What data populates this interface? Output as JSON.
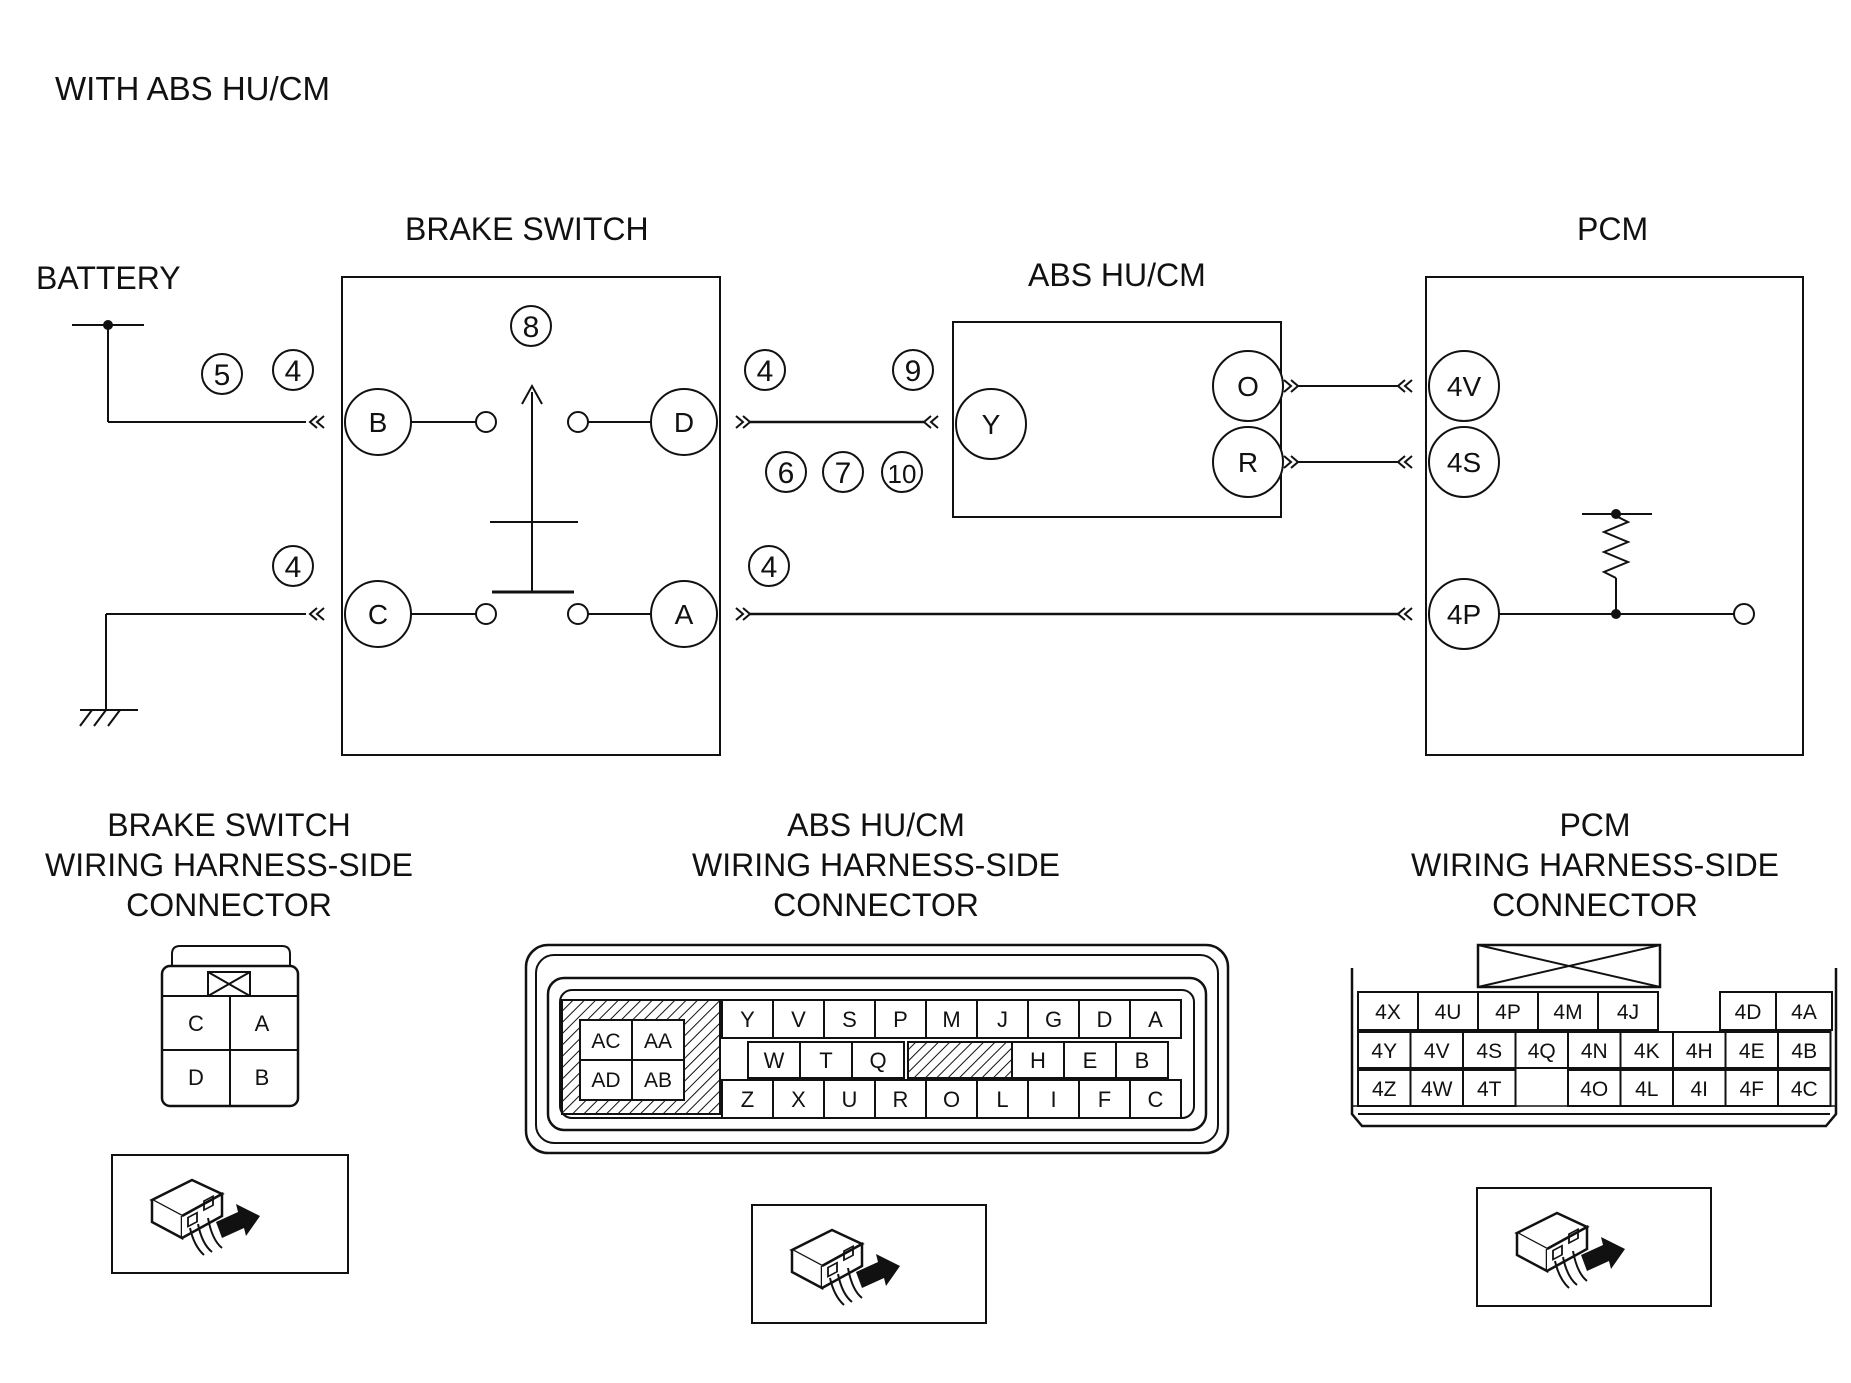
{
  "heading": "WITH ABS HU/CM",
  "labels": {
    "battery": "BATTERY",
    "brake_switch": "BRAKE SWITCH",
    "abs_hucm": "ABS HU/CM",
    "pcm": "PCM"
  },
  "pins": {
    "bs_b": "B",
    "bs_c": "C",
    "bs_d": "D",
    "bs_a": "A",
    "abs_y": "Y",
    "abs_o": "O",
    "abs_r": "R",
    "pcm_4v": "4V",
    "pcm_4s": "4S",
    "pcm_4p": "4P"
  },
  "steps": {
    "s5": "5",
    "s4a": "4",
    "s8": "8",
    "s4b": "4",
    "s9": "9",
    "s6": "6",
    "s7": "7",
    "s10": "10",
    "s4c": "4",
    "s4d": "4"
  },
  "connector_titles": {
    "brake_switch": [
      "BRAKE SWITCH",
      "WIRING HARNESS-SIDE",
      "CONNECTOR"
    ],
    "abs_hucm": [
      "ABS HU/CM",
      "WIRING HARNESS-SIDE",
      "CONNECTOR"
    ],
    "pcm": [
      "PCM",
      "WIRING HARNESS-SIDE",
      "CONNECTOR"
    ]
  },
  "brake_switch_connector": {
    "tl": "C",
    "tr": "A",
    "bl": "D",
    "br": "B"
  },
  "abs_connector": {
    "left": [
      "AC",
      "AA",
      "AD",
      "AB"
    ],
    "row1": [
      "Y",
      "V",
      "S",
      "P",
      "M",
      "J",
      "G",
      "D",
      "A"
    ],
    "row2a": [
      "W",
      "T",
      "Q"
    ],
    "row2b": [
      "H",
      "E",
      "B"
    ],
    "row3": [
      "Z",
      "X",
      "U",
      "R",
      "O",
      "L",
      "I",
      "F",
      "C"
    ]
  },
  "pcm_connector": {
    "row1a": [
      "4X",
      "4U",
      "4P",
      "4M",
      "4J"
    ],
    "row1b": [
      "4D",
      "4A"
    ],
    "row2": [
      "4Y",
      "4V",
      "4S",
      "4Q",
      "4N",
      "4K",
      "4H",
      "4E",
      "4B"
    ],
    "row3a": [
      "4Z",
      "4W",
      "4T"
    ],
    "row3b": [
      "4O",
      "4L",
      "4I",
      "4F",
      "4C"
    ]
  }
}
